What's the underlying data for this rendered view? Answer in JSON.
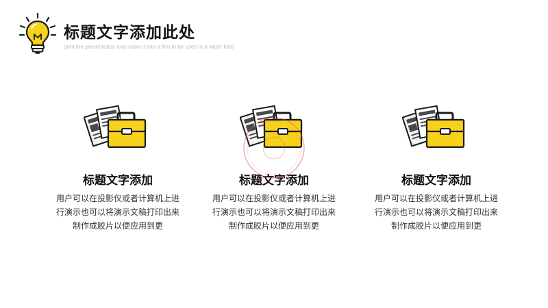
{
  "header": {
    "title": "标题文字添加此处",
    "subtitle": "print the presentation and make it into a film to be used in a wider field"
  },
  "colors": {
    "accent": "#f7d21c",
    "outline": "#1a1a1a",
    "paper": "#f4f4f4"
  },
  "cards": [
    {
      "icon": "briefcase-icon",
      "title": "标题文字添加",
      "lines": [
        "用户可以在投影仪或者计算机上进",
        "行演示也可以将演示文稿打印出来",
        "制作成胶片以便应用到更"
      ]
    },
    {
      "icon": "briefcase-icon",
      "title": "标题文字添加",
      "lines": [
        "用户可以在投影仪或者计算机上进",
        "行演示也可以将演示文稿打印出来",
        "制作成胶片以便应用到更"
      ]
    },
    {
      "icon": "briefcase-icon",
      "title": "标题文字添加",
      "lines": [
        "用户可以在投影仪或者计算机上进",
        "行演示也可以将演示文稿打印出来",
        "制作成胶片以便应用到更"
      ]
    }
  ]
}
